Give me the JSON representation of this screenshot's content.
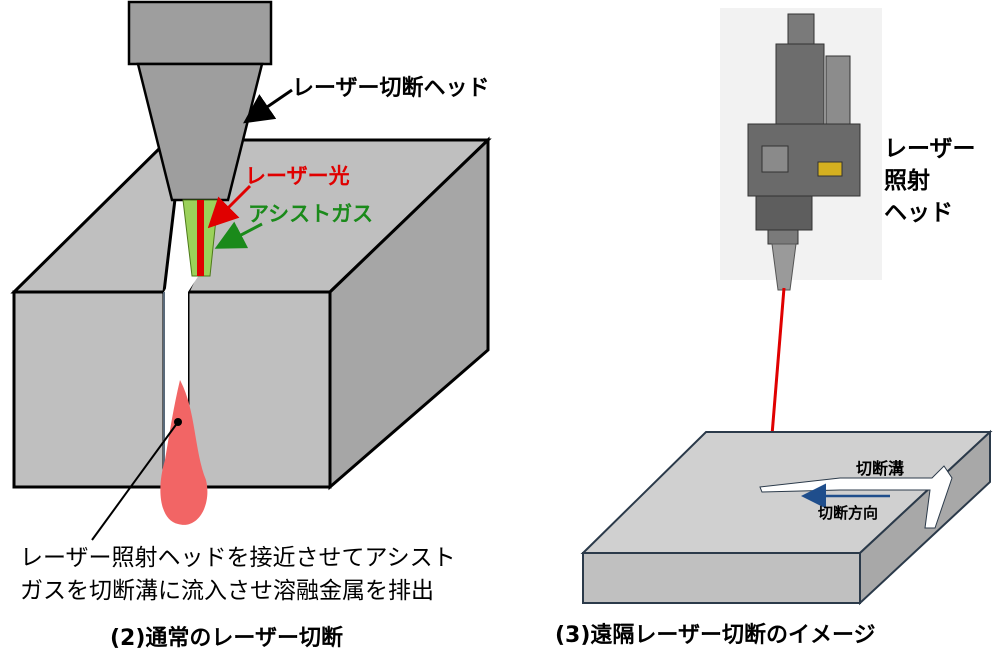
{
  "left_figure": {
    "head_label": "レーザー切断ヘッド",
    "laser_label": "レーザー光",
    "gas_label": "アシストガス",
    "description_line1": "レーザー照射ヘッドを接近させてアシスト",
    "description_line2": "ガスを切断溝に流入させ溶融金属を排出",
    "caption": "(2)通常のレーザー切断"
  },
  "right_figure": {
    "head_label_lines": [
      "レーザー",
      "照射",
      "ヘッド"
    ],
    "groove_label": "切断溝",
    "direction_label": "切断方向",
    "caption": "(3)遠隔レーザー切断のイメージ"
  },
  "colors": {
    "block_gray": "#bfbfbf",
    "laser_red": "#e00000",
    "gas_green": "#1a8a1a",
    "gas_cone": "#9bd15a",
    "molten": "#f26565",
    "arrow_blue": "#1f4e8c"
  }
}
